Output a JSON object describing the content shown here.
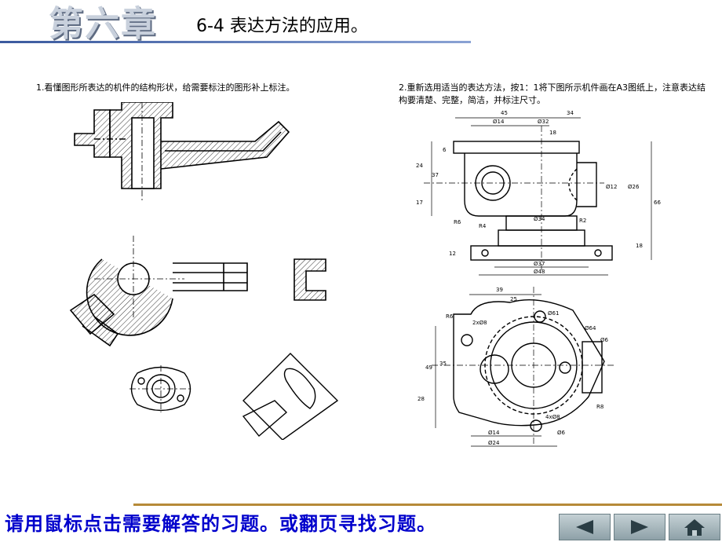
{
  "header": {
    "chapter": "第六章",
    "section": "6-4 表达方法的应用。"
  },
  "exercise1": {
    "instruction": "1.看懂图形所表达的机件的结构形状，给需要标注的图形补上标注。"
  },
  "exercise2": {
    "instruction": "2.重新选用适当的表达方法，按1：1将下图所示机件画在A3图纸上，注意表达结构要清楚、完整，简洁，并标注尺寸。",
    "front_dims": [
      "45",
      "34",
      "Ø32",
      "Ø14",
      "18",
      "6",
      "37",
      "24",
      "17",
      "Ø12",
      "Ø26",
      "66",
      "R4",
      "R6",
      "R2",
      "Ø34",
      "12",
      "18",
      "Ø37",
      "Ø48"
    ],
    "top_dims": [
      "39",
      "25",
      "R6",
      "2xØ8",
      "Ø61",
      "Ø64",
      "Ø6",
      "49",
      "35",
      "28",
      "Ø14",
      "Ø24",
      "Ø6",
      "4xØ8",
      "R8"
    ]
  },
  "footer": {
    "prompt": "请用鼠标点击需要解答的习题。或翻页寻找习题。"
  },
  "nav": {
    "prev": "prev-arrow-icon",
    "next": "next-arrow-icon",
    "home": "home-icon"
  }
}
